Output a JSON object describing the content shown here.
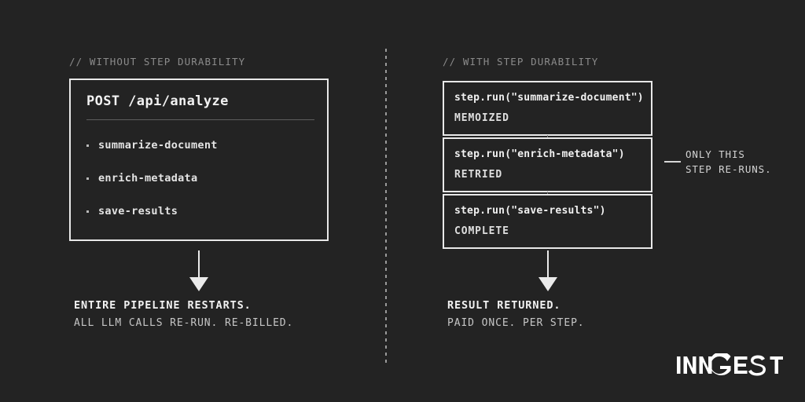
{
  "theme": {
    "background": "#232323",
    "foreground": "#f2f2f2",
    "muted": "#8b8b8b",
    "border": "#e8e8e8",
    "rule": "#5d5d5d"
  },
  "left_panel": {
    "comment": "// WITHOUT STEP DURABILITY",
    "box": {
      "title": "POST /api/analyze",
      "items": [
        {
          "label": "summarize-document"
        },
        {
          "label": "enrich-metadata"
        },
        {
          "label": "save-results"
        }
      ]
    },
    "arrow": "down-arrow",
    "outcome": {
      "headline": "ENTIRE PIPELINE RESTARTS.",
      "subline": "ALL LLM CALLS RE-RUN. RE-BILLED."
    }
  },
  "right_panel": {
    "comment": "// WITH STEP DURABILITY",
    "steps": [
      {
        "call": "step.run(\"summarize-document\")",
        "status": "MEMOIZED"
      },
      {
        "call": "step.run(\"enrich-metadata\")",
        "status": "RETRIED"
      },
      {
        "call": "step.run(\"save-results\")",
        "status": "COMPLETE"
      }
    ],
    "callout": {
      "line1": "ONLY THIS",
      "line2": "STEP RE-RUNS."
    },
    "arrow": "down-arrow",
    "outcome": {
      "headline": "RESULT RETURNED.",
      "subline": "PAID ONCE. PER STEP."
    }
  },
  "brand": {
    "wordmark": "INNGEST"
  }
}
